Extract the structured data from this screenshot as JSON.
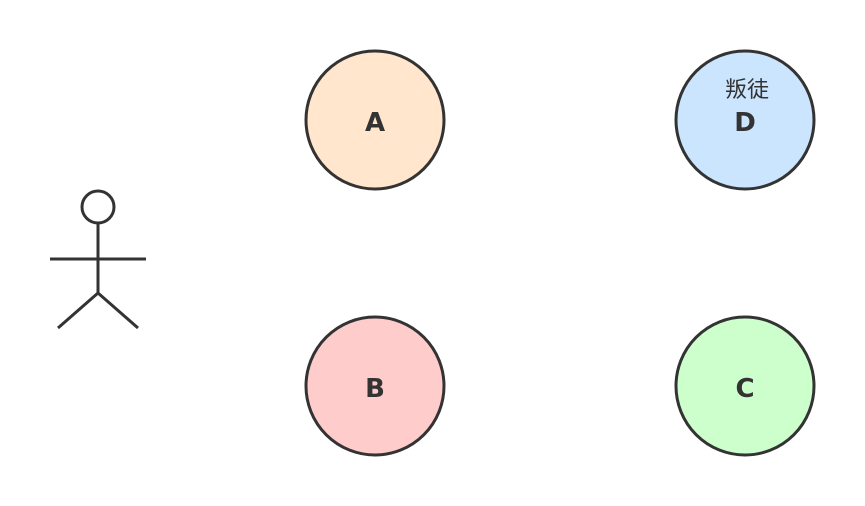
{
  "diagram": {
    "actor": {
      "head_color": "#ffffcc"
    },
    "nodes": [
      {
        "id": "A",
        "label": "A",
        "note": "",
        "fill": "#ffe6cc"
      },
      {
        "id": "D",
        "label": "D",
        "note": "叛徒",
        "fill": "#cce5ff"
      },
      {
        "id": "B",
        "label": "B",
        "note": "",
        "fill": "#ffcccc"
      },
      {
        "id": "C",
        "label": "C",
        "note": "",
        "fill": "#ccffcc"
      }
    ]
  }
}
